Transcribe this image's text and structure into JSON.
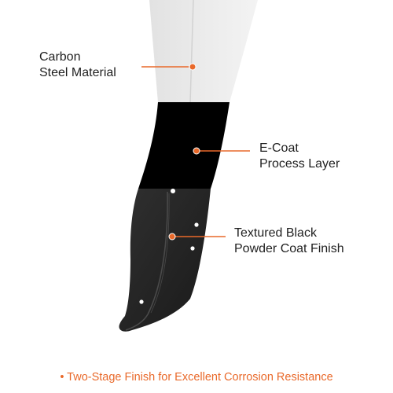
{
  "callouts": {
    "carbon_steel": {
      "line1": "Carbon",
      "line2": "Steel Material"
    },
    "ecoat": {
      "line1": "E-Coat",
      "line2": "Process Layer"
    },
    "powder_coat": {
      "line1": "Textured Black",
      "line2": "Powder Coat Finish"
    }
  },
  "caption": "• Two-Stage Finish for Excellent Corrosion Resistance",
  "colors": {
    "accent": "#e9692a",
    "steel": "#e6e6e6",
    "ecoat": "#000000",
    "powder": "#262626",
    "text": "#1f1f1f"
  }
}
